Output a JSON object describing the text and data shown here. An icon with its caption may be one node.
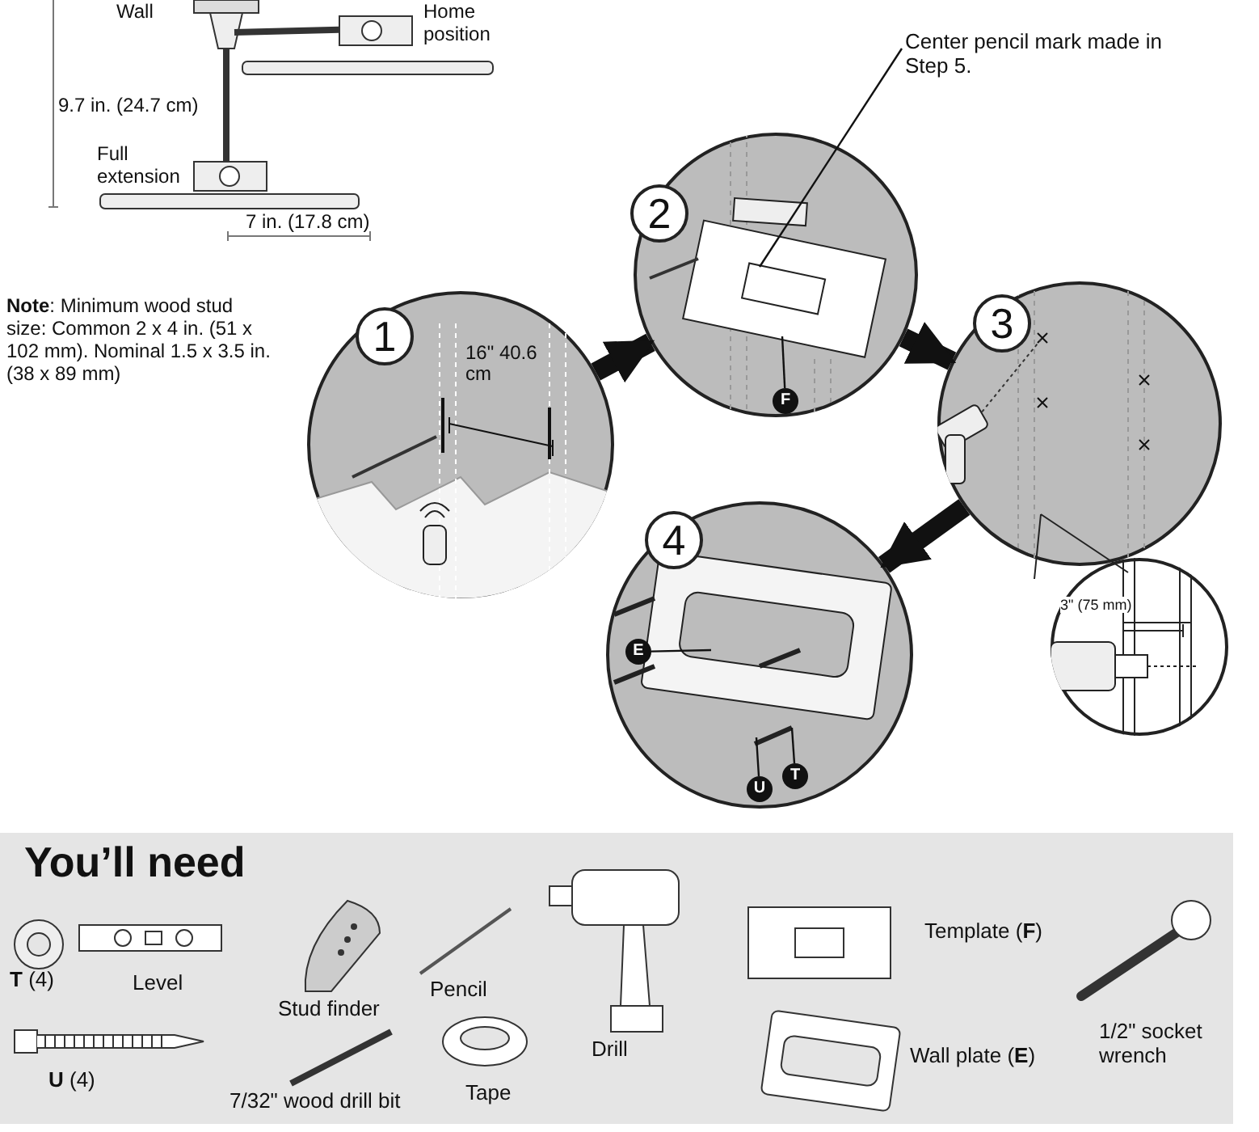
{
  "diagram": {
    "nodes": [
      {
        "text": [
          "1",
          "16\" 40.6 cm"
        ]
      },
      {
        "text": [
          "2"
        ]
      },
      {
        "text": [
          "3"
        ]
      },
      {
        "text": [
          "3\" (75 mm)"
        ]
      },
      {
        "text": [
          "4"
        ]
      },
      {
        "text": [
          "Center pencil mark made in Step 5."
        ]
      },
      {
        "text": [
          "F"
        ],
        "in": 1
      },
      {
        "text": [
          "E"
        ],
        "in": 4
      },
      {
        "text": [
          "U"
        ],
        "in": 4
      },
      {
        "text": [
          "T"
        ],
        "in": 4
      }
    ],
    "edges": [
      {
        "from": 0,
        "to": 1,
        "arrow": "to",
        "style": "thick"
      },
      {
        "from": 1,
        "to": 2,
        "arrow": "to",
        "style": "thick"
      },
      {
        "from": 2,
        "to": 4,
        "arrow": "to",
        "style": "thick"
      },
      {
        "from": 5,
        "to": null,
        "arrow": "none"
      },
      {
        "from": 6,
        "to": null,
        "arrow": "none"
      },
      {
        "from": 7,
        "to": null,
        "arrow": "none"
      },
      {
        "from": 8,
        "to": null,
        "arrow": "none"
      },
      {
        "from": 9,
        "to": null,
        "arrow": "none"
      }
    ],
    "labels": [
      "Wall",
      "Home position",
      "9.7 in. (24.7 cm)",
      "Full extension",
      "7 in. (17.8 cm)",
      "**Note**: Minimum wood stud size: Common 2 x 4 in. (51 x 102 mm). Nominal 1.5 x 3.5 in. (38 x 89 mm)",
      "You’ll need",
      "**T** (4)",
      "Level",
      "Stud finder",
      "Pencil",
      "**U** (4)",
      "7/32\" wood drill bit",
      "Tape",
      "Drill",
      "Template (**F**)",
      "Wall plate (**E**)",
      "1/2\" socket wrench"
    ]
  }
}
